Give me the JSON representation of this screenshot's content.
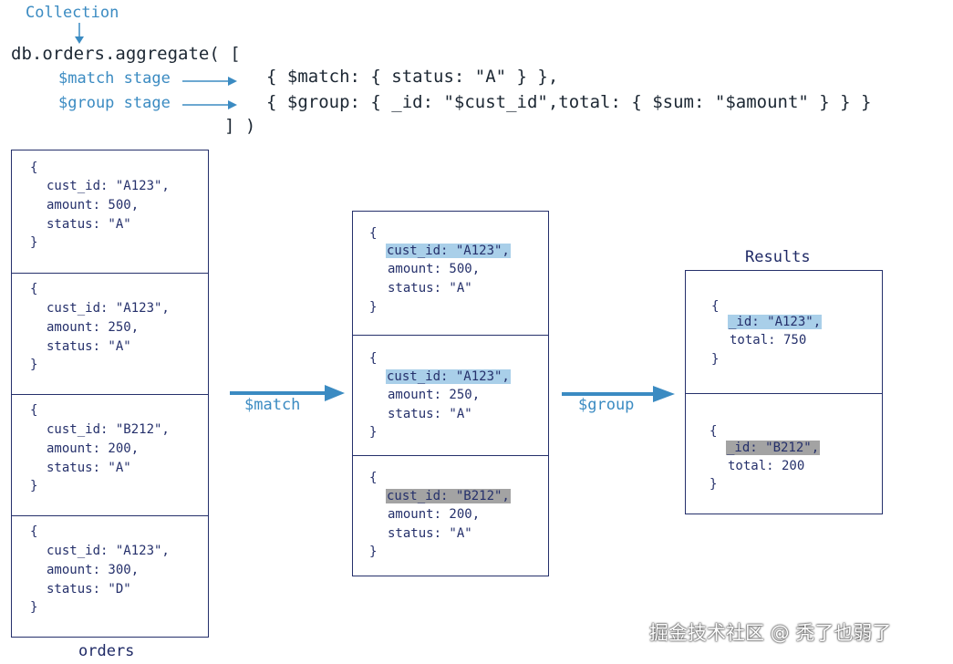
{
  "header": {
    "collection_label": "Collection",
    "code_line1": "db.orders.aggregate( [",
    "match_label": "$match stage",
    "match_code": "{ $match: { status: \"A\" } },",
    "group_label": "$group stage",
    "group_code": "{ $group: { _id: \"$cust_id\",total: { $sum: \"$amount\" } } }",
    "code_end": "] )"
  },
  "orders": {
    "label": "orders",
    "docs": [
      {
        "open": "{",
        "cust_id": "cust_id: \"A123\",",
        "amount": "amount: 500,",
        "status": "status: \"A\"",
        "close": "}"
      },
      {
        "open": "{",
        "cust_id": "cust_id: \"A123\",",
        "amount": "amount: 250,",
        "status": "status: \"A\"",
        "close": "}"
      },
      {
        "open": "{",
        "cust_id": "cust_id: \"B212\",",
        "amount": "amount: 200,",
        "status": "status: \"A\"",
        "close": "}"
      },
      {
        "open": "{",
        "cust_id": "cust_id: \"A123\",",
        "amount": "amount: 300,",
        "status": "status: \"D\"",
        "close": "}"
      }
    ]
  },
  "matched": {
    "docs": [
      {
        "open": "{",
        "cust_id": "cust_id: \"A123\",",
        "amount": "amount: 500,",
        "status": "status: \"A\"",
        "close": "}"
      },
      {
        "open": "{",
        "cust_id": "cust_id: \"A123\",",
        "amount": "amount: 250,",
        "status": "status: \"A\"",
        "close": "}"
      },
      {
        "open": "{",
        "cust_id": "cust_id: \"B212\",",
        "amount": "amount: 200,",
        "status": "status: \"A\"",
        "close": "}"
      }
    ]
  },
  "results": {
    "label": "Results",
    "docs": [
      {
        "open": "{",
        "id": "_id: \"A123\",",
        "total": "total: 750",
        "close": "}"
      },
      {
        "open": "{",
        "id": "_id: \"B212\",",
        "total": "total: 200",
        "close": "}"
      }
    ]
  },
  "arrows": {
    "match_label": "$match",
    "group_label": "$group"
  },
  "watermark": "掘金技术社区 @ 秃了也弱了",
  "colors": {
    "accent": "#3b8bc2",
    "border": "#25306b",
    "highlight_a123": "#a9cfe9",
    "highlight_b212": "#a3a3a3"
  }
}
